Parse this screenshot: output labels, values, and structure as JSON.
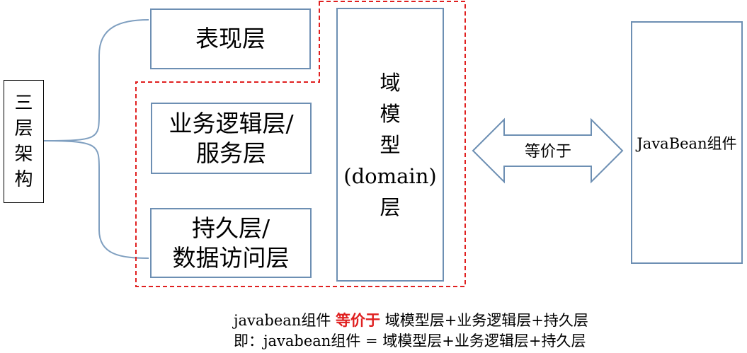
{
  "three_tier": {
    "label": "三层架构"
  },
  "layers": {
    "presentation": "表现层",
    "business_line1": "业务逻辑层/",
    "business_line2": "服务层",
    "persistence_line1": "持久层/",
    "persistence_line2": "数据访问层"
  },
  "domain_layer": {
    "label": "域\n模\n型\n(domain)\n层"
  },
  "equivalence": {
    "label": "等价于"
  },
  "javabean": {
    "label": "JavaBean组件"
  },
  "caption": {
    "line1_prefix": "javabean组件 ",
    "line1_emphasis": "等价于",
    "line1_suffix": " 域模型层+业务逻辑层+持久层",
    "line2": "即：javabean组件 = 域模型层+业务逻辑层+持久层"
  },
  "colors": {
    "box_border": "#6d8fb3",
    "dashed_region": "#e02020",
    "emphasis": "#e02020"
  }
}
